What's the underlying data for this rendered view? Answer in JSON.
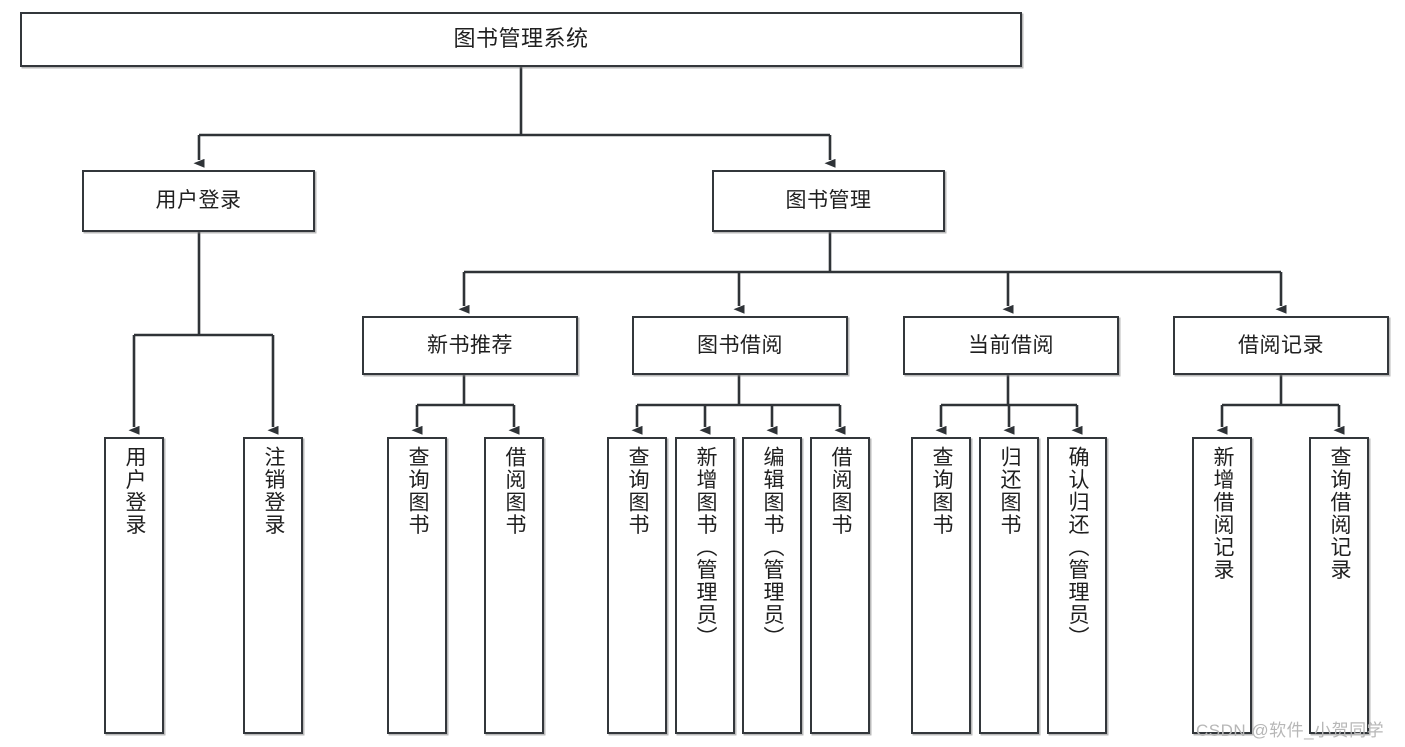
{
  "diagram": {
    "title": "图书管理系统",
    "type": "tree-hierarchy-diagram",
    "colors": {
      "box_border": "#33373b",
      "box_fill": "#ffffff",
      "connector": "#2f3337",
      "text": "#1f1f1f",
      "watermark": "#b7b7b7"
    },
    "nodes": {
      "root": {
        "label": "图书管理系统"
      },
      "level2": [
        {
          "id": "user-login",
          "label": "用户登录"
        },
        {
          "id": "book-management",
          "label": "图书管理"
        }
      ],
      "level3": [
        {
          "id": "new-book-recommend",
          "label": "新书推荐"
        },
        {
          "id": "book-borrow",
          "label": "图书借阅"
        },
        {
          "id": "current-borrow",
          "label": "当前借阅"
        },
        {
          "id": "borrow-record",
          "label": "借阅记录"
        }
      ],
      "leaves": {
        "user-login": [
          {
            "id": "leaf-user-login",
            "label": "用户登录"
          },
          {
            "id": "leaf-user-logout",
            "label": "注销登录"
          }
        ],
        "new-book-recommend": [
          {
            "id": "leaf-query-book-1",
            "label": "查询图书"
          },
          {
            "id": "leaf-borrow-book-1",
            "label": "借阅图书"
          }
        ],
        "book-borrow": [
          {
            "id": "leaf-query-book-2",
            "label": "查询图书"
          },
          {
            "id": "leaf-add-book",
            "label": "新增图书（管理员）"
          },
          {
            "id": "leaf-edit-book",
            "label": "编辑图书（管理员）"
          },
          {
            "id": "leaf-borrow-book-2",
            "label": "借阅图书"
          }
        ],
        "current-borrow": [
          {
            "id": "leaf-query-book-3",
            "label": "查询图书"
          },
          {
            "id": "leaf-return-book",
            "label": "归还图书"
          },
          {
            "id": "leaf-confirm-return",
            "label": "确认归还（管理员）"
          }
        ],
        "borrow-record": [
          {
            "id": "leaf-add-record",
            "label": "新增借阅记录"
          },
          {
            "id": "leaf-query-record",
            "label": "查询借阅记录"
          }
        ]
      }
    },
    "watermark": "CSDN @软件_小贺同学"
  }
}
